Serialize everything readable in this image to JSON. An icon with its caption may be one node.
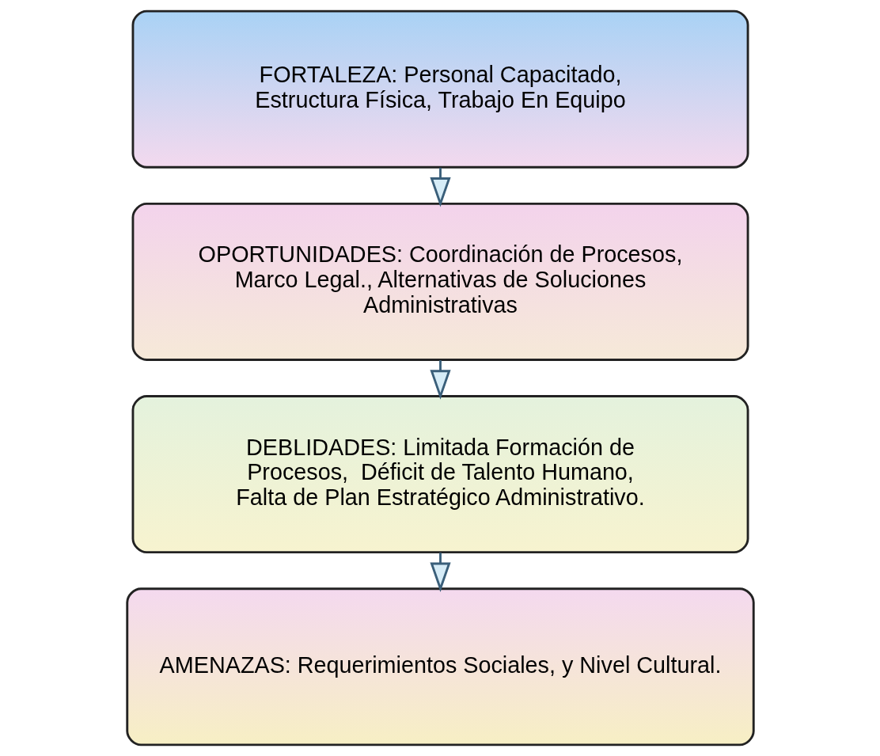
{
  "diagram": {
    "nodes": [
      {
        "text": [
          "FORTALEZA: Personal Capacitado, Estructura Física, Trabajo En Equipo"
        ]
      },
      {
        "text": [
          "OPORTUNIDADES: Coordinación de Procesos, Marco Legal., Alternativas de Soluciones Administrativas"
        ]
      },
      {
        "text": [
          "DEBLIDADES: Limitada Formación de Procesos,  Déficit de Talento Humano,  Falta de Plan Estratégico Administrativo."
        ]
      },
      {
        "text": [
          "AMENAZAS: Requerimientos Sociales, y Nivel Cultural."
        ]
      }
    ],
    "edges": [
      {
        "from": 0,
        "to": 1,
        "arrow": "to"
      },
      {
        "from": 1,
        "to": 2,
        "arrow": "to"
      },
      {
        "from": 2,
        "to": 3,
        "arrow": "to"
      }
    ]
  }
}
